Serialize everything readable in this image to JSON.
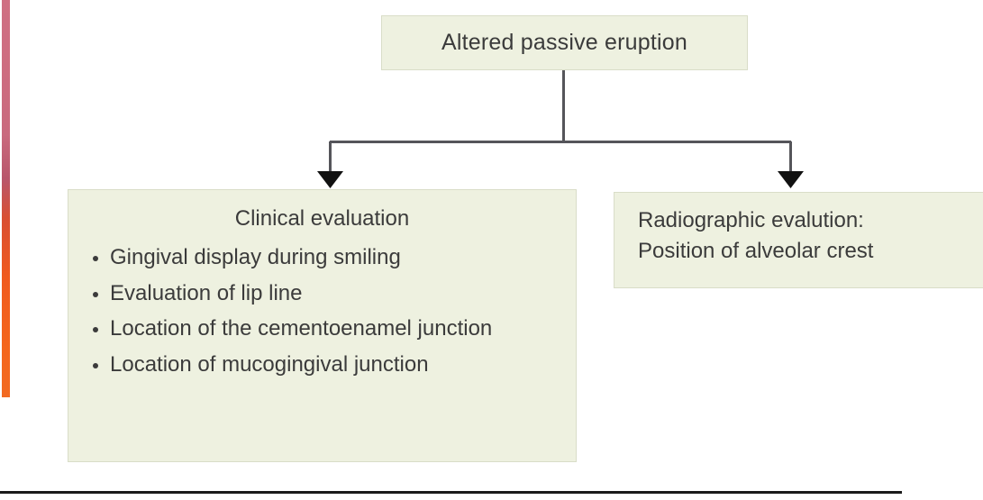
{
  "slide": {
    "background_color": "#ffffff",
    "accent_stripe": {
      "name": "left-accent-stripe",
      "colors": [
        "#cf7083",
        "#b8566b",
        "#f05a1e",
        "#f26a22"
      ]
    },
    "bottom_rule_color": "#1b1b1b"
  },
  "diagram": {
    "type": "flowchart",
    "node_fill": "#eef1e0",
    "node_border": "#d9ddc8",
    "text_color": "#3b3b3b",
    "root": {
      "id": "altered-passive-eruption",
      "title": "Altered passive eruption"
    },
    "branches": [
      {
        "id": "clinical-evaluation",
        "title": "Clinical evaluation",
        "bullets": [
          "Gingival display during smiling",
          "Evaluation of lip line",
          "Location of the cementoenamel junction",
          "Location of mucogingival junction"
        ]
      },
      {
        "id": "radiographic-evaluation",
        "lines": [
          "Radiographic evalution:",
          "Position of alveolar crest"
        ]
      }
    ],
    "connectors": {
      "arrow_color": "#4a4a4a",
      "arrowhead_color": "#1a1a1a",
      "description": "Single stem from root splits into two down-arrows"
    }
  }
}
